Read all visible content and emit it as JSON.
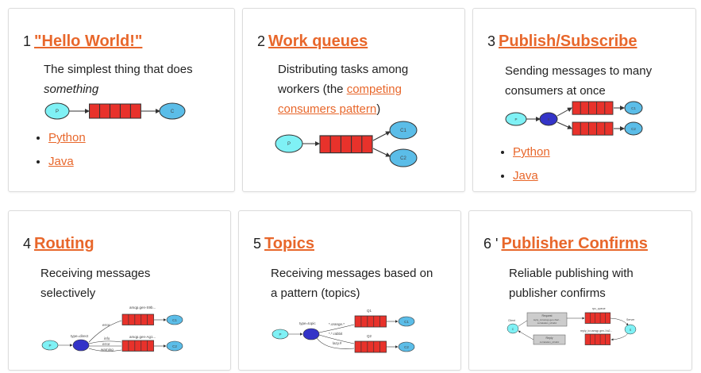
{
  "tutorials": [
    {
      "number": "1",
      "title": "\"Hello World!\"",
      "desc_pre": "The simplest thing that does",
      "desc_em": "something",
      "links": [
        "Python",
        "Java"
      ],
      "diagram": {
        "producer": "P",
        "consumer": "C"
      }
    },
    {
      "number": "2",
      "title": "Work queues",
      "desc_pre": "Distributing tasks among workers (the ",
      "desc_link": "competing consumers pattern",
      "desc_post": ")",
      "diagram": {
        "producer": "P",
        "c1": "C1",
        "c2": "C2"
      }
    },
    {
      "number": "3",
      "title": "Publish/Subscribe",
      "desc_pre": "Sending messages to many consumers at once",
      "links": [
        "Python",
        "Java"
      ],
      "diagram": {
        "producer": "P",
        "exchange": "X",
        "c1": "C1",
        "c2": "C2"
      }
    },
    {
      "number": "4",
      "title": "Routing",
      "desc_pre": "Receiving messages selectively",
      "diagram": {
        "producer": "P",
        "exchange": "X",
        "type": "type=direct",
        "q1": "amqp.gen-S9b...",
        "q2": "amqp.gen-Ag1...",
        "k1": "error",
        "k2": "info",
        "k3": "error",
        "k4": "warning",
        "c1": "C1",
        "c2": "C2"
      }
    },
    {
      "number": "5",
      "title": "Topics",
      "desc_pre": "Receiving messages based on a pattern (topics)",
      "diagram": {
        "producer": "P",
        "exchange": "X",
        "type": "type=topic",
        "q1": "Q1",
        "q2": "Q2",
        "k1": "*.orange.*",
        "k2": "*.*.rabbit",
        "k3": "lazy.#",
        "c1": "C1",
        "c2": "C2"
      }
    },
    {
      "number": "6 '",
      "title": "Publisher Confirms",
      "desc_pre": "Reliable publishing with publisher confirms",
      "diagram": {
        "client": "Client",
        "server": "Server",
        "c": "C",
        "s": "S",
        "rpc_queue": "rpc_queue",
        "reply_queue": "reply_to=amqp.gen-Xa2...",
        "request": "Request",
        "request_l2": "reply_to=amqp.gen-Xa2...",
        "request_l3": "correlation_id=abc",
        "reply": "Reply",
        "reply_l2": "correlation_id=abc"
      }
    }
  ],
  "colors": {
    "accent": "#e8672b",
    "queue": "#e8322b",
    "producer": "#7ff1f5",
    "consumer": "#5bbde8",
    "exchange": "#3434c8"
  }
}
